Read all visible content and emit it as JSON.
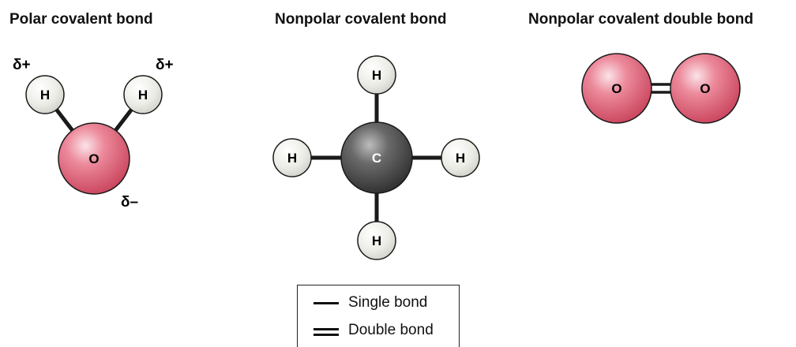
{
  "panels": {
    "polar": {
      "title": "Polar covalent bond",
      "atoms": {
        "o": "O",
        "h_left": "H",
        "h_right": "H"
      },
      "charges": {
        "h_left": "δ+",
        "h_right": "δ+",
        "o": "δ–"
      }
    },
    "nonpolar": {
      "title": "Nonpolar covalent bond",
      "atoms": {
        "c": "C",
        "h_top": "H",
        "h_bottom": "H",
        "h_left": "H",
        "h_right": "H"
      }
    },
    "double": {
      "title": "Nonpolar covalent double bond",
      "atoms": {
        "o_left": "O",
        "o_right": "O"
      }
    }
  },
  "legend": {
    "single_label": "Single bond",
    "double_label": "Double bond"
  },
  "colors": {
    "oxygen": "#d9576e",
    "hydrogen": "#efefea",
    "carbon": "#4a4a4a",
    "bond": "#1a1a1a"
  }
}
